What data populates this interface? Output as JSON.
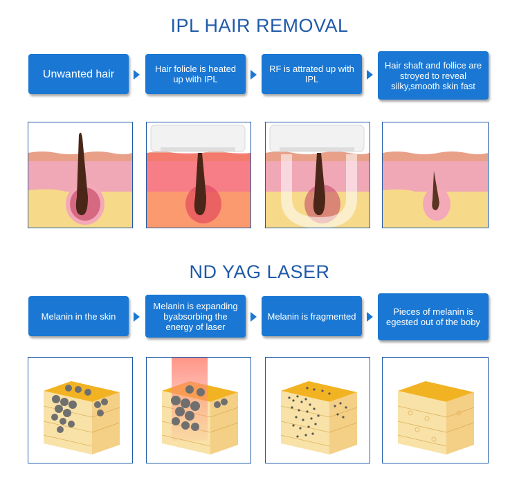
{
  "sections": [
    {
      "title": "IPL HAIR REMOVAL",
      "steps": [
        "Unwanted hair",
        "Hair folicle is heated up with IPL",
        "RF is attrated up with IPL",
        "Hair shaft and follice are stroyed to reveal silky,smooth skin fast"
      ],
      "panels": [
        "skin-cross-section-hair-icon",
        "ipl-device-light-heating-icon",
        "rf-device-u-field-icon",
        "removed-hair-skin-icon"
      ]
    },
    {
      "title": "ND YAG LASER",
      "steps": [
        "Melanin in the skin",
        "Melanin is expanding byabsorbing the energy of laser",
        "Melanin is fragmented",
        "Pieces of melanin is egested out of the boby"
      ],
      "panels": [
        "skin-cube-melanin-icon",
        "skin-cube-laser-beam-icon",
        "skin-cube-fragmented-melanin-icon",
        "skin-cube-clear-icon"
      ]
    }
  ],
  "colors": {
    "title": "#1f5aa8",
    "step_box": "#1a78d4",
    "skin_top": "#e9a089",
    "dermis": "#f0a7b6",
    "fat": "#f7d98a",
    "hair": "#4a2618",
    "melanin": "#6f6f6f"
  }
}
